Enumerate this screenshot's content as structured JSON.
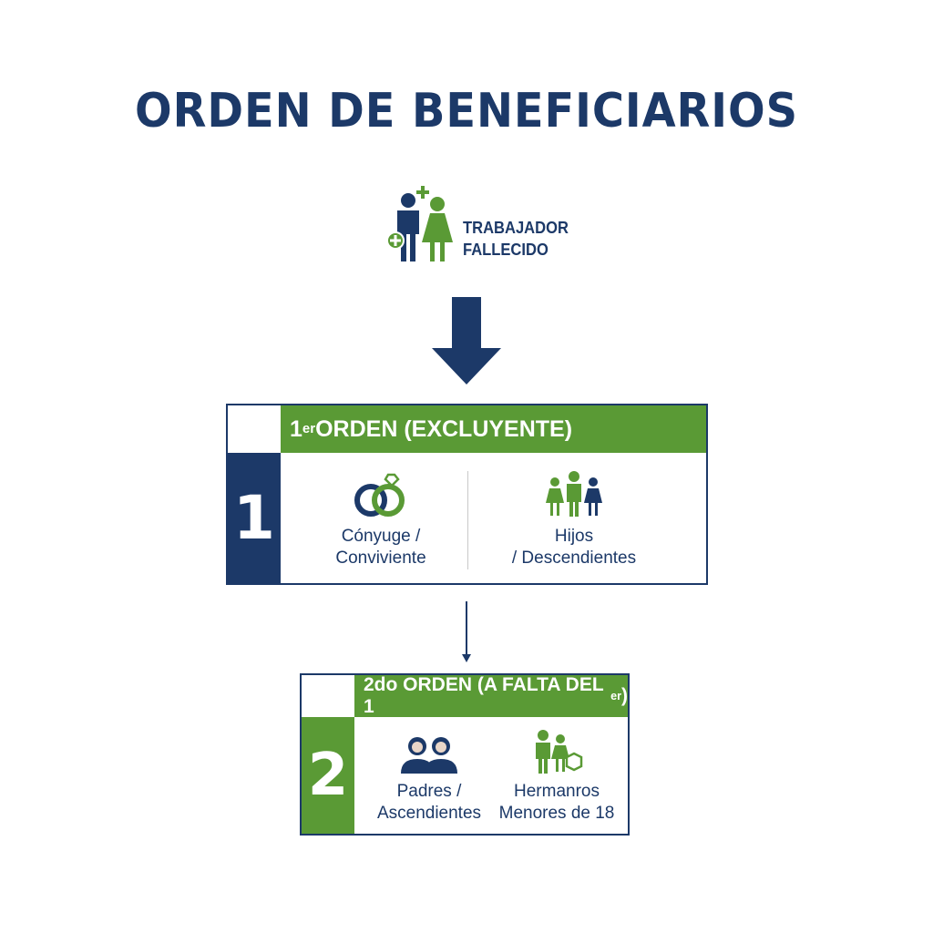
{
  "title": "ORDEN DE BENEFICIARIOS",
  "worker": {
    "line1": "TRABAJADOR",
    "line2": "FALLECIDO",
    "icon": "couple-icon"
  },
  "first_order": {
    "number": "1",
    "heading_prefix": "1",
    "heading_sup": "er",
    "heading_rest": " ORDEN (EXCLUYENTE)",
    "items": [
      {
        "line1": "Cónyuge /",
        "line2": "Conviviente",
        "icon": "rings-icon"
      },
      {
        "line1": "Hijos",
        "line2": "/ Descendientes",
        "icon": "family-icon"
      }
    ]
  },
  "second_order": {
    "number": "2",
    "heading_main": "2do ORDEN (A FALTA DEL 1",
    "heading_sup": "er",
    "heading_end": ")",
    "items": [
      {
        "line1": "Padres /",
        "line2": "Ascendientes",
        "icon": "parents-icon"
      },
      {
        "line1": "Hermanros",
        "line2": "Menores de 18",
        "icon": "siblings-icon"
      }
    ]
  },
  "colors": {
    "navy": "#1c3968",
    "green": "#5a9a35"
  }
}
